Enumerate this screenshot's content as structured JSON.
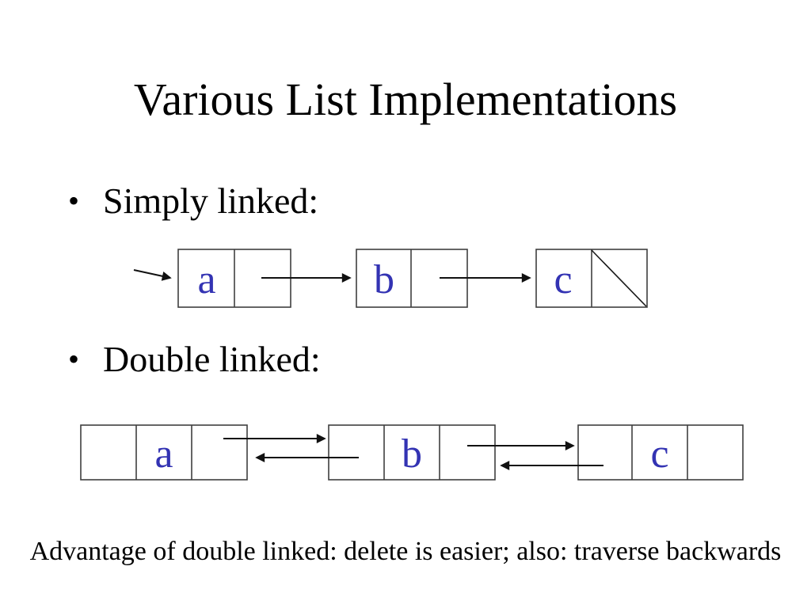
{
  "slide": {
    "title": "Various List Implementations",
    "bullets": [
      {
        "marker": "•",
        "label": "Simply linked:"
      },
      {
        "marker": "•",
        "label": "Double linked:"
      }
    ],
    "footer": "Advantage of double linked: delete is easier; also: traverse backwards",
    "colors": {
      "background": "#ffffff",
      "text": "#000000",
      "node_letter": "#3333b3",
      "box_border": "#3f3f3f",
      "arrow": "#111111"
    }
  },
  "simply_linked": {
    "description": "singly linked list of three nodes, head pointer arrow enters first node, last node next-pointer cell holds null slash",
    "nodes": [
      {
        "value": "a"
      },
      {
        "value": "b"
      },
      {
        "value": "c",
        "null_next": true
      }
    ]
  },
  "double_linked": {
    "description": "doubly linked list of three nodes with forward and backward arrows between neighbors",
    "nodes": [
      {
        "value": "a"
      },
      {
        "value": "b"
      },
      {
        "value": "c"
      }
    ]
  }
}
